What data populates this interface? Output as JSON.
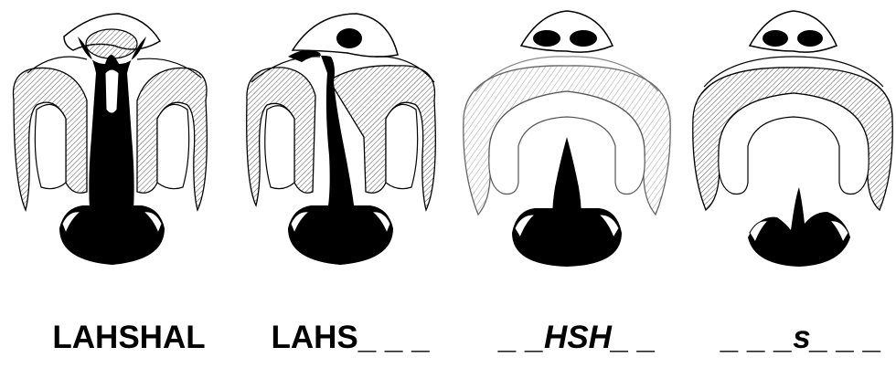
{
  "figure": {
    "panels": [
      {
        "id": "complete-bilateral",
        "label": "LAHSHAL"
      },
      {
        "id": "complete-unilateral",
        "label": "LAHS_ _ _"
      },
      {
        "id": "hard-soft-palate",
        "label": "_ _HSH_ _"
      },
      {
        "id": "soft-palate",
        "label": "_ _ _s_ _ _"
      }
    ]
  }
}
